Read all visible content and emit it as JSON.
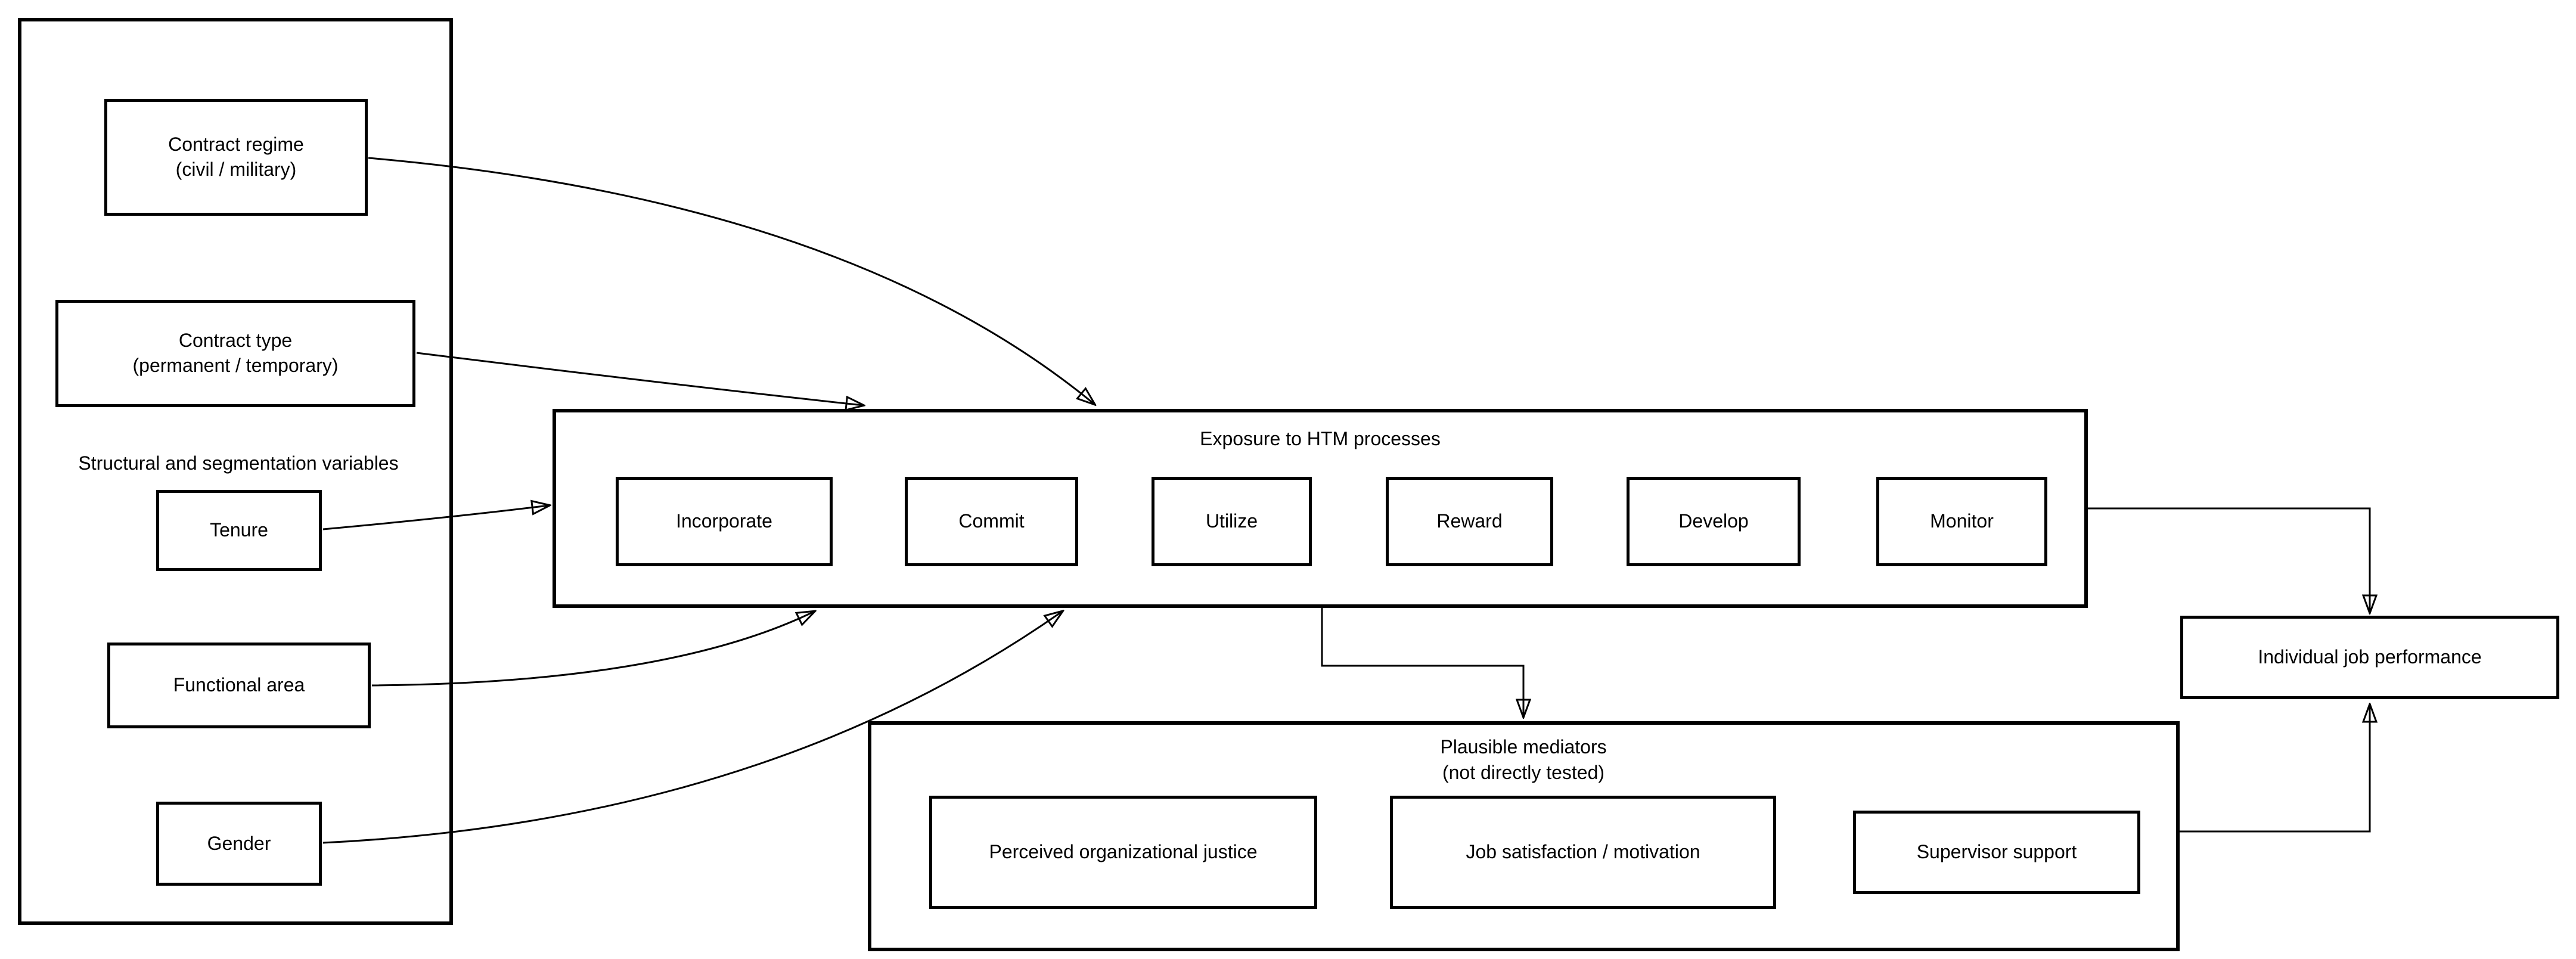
{
  "diagram": {
    "background_color": "#ffffff",
    "line_color": "#000000",
    "left_panel": {
      "label": "Structural and segmentation variables",
      "contract_regime": {
        "line1": "Contract regime",
        "line2": "(civil / military)"
      },
      "contract_type": {
        "line1": "Contract type",
        "line2": "(permanent / temporary)"
      },
      "tenure": {
        "label": "Tenure"
      },
      "functional_area": {
        "label": "Functional area"
      },
      "gender": {
        "label": "Gender"
      }
    },
    "htm_panel": {
      "title": "Exposure to HTM processes",
      "processes": [
        {
          "label": "Incorporate"
        },
        {
          "label": "Commit"
        },
        {
          "label": "Utilize"
        },
        {
          "label": "Reward"
        },
        {
          "label": "Develop"
        },
        {
          "label": "Monitor"
        }
      ]
    },
    "mediators_panel": {
      "title_line1": "Plausible mediators",
      "title_line2": "(not directly tested)",
      "boxes": [
        {
          "label": "Perceived organizational justice"
        },
        {
          "label": "Job satisfaction / motivation"
        },
        {
          "label": "Supervisor support"
        }
      ]
    },
    "outcome": {
      "label": "Individual job performance"
    },
    "edges": [
      {
        "from": "contract-regime",
        "to": "htm-panel",
        "arrow": "into-top-edge"
      },
      {
        "from": "contract-type",
        "to": "htm-panel",
        "arrow": "into-top-edge"
      },
      {
        "from": "tenure",
        "to": "htm-panel",
        "arrow": "into-left-edge"
      },
      {
        "from": "functional-area",
        "to": "htm-panel",
        "arrow": "into-bottom-edge"
      },
      {
        "from": "gender",
        "to": "htm-panel",
        "arrow": "into-bottom-edge"
      },
      {
        "from": "htm-panel",
        "to": "mediators-panel",
        "arrow": "into-top-edge"
      },
      {
        "from": "htm-panel",
        "to": "individual-job-performance",
        "arrow": "into-top-edge"
      },
      {
        "from": "mediators-panel",
        "to": "individual-job-performance",
        "arrow": "into-bottom-edge"
      }
    ]
  }
}
